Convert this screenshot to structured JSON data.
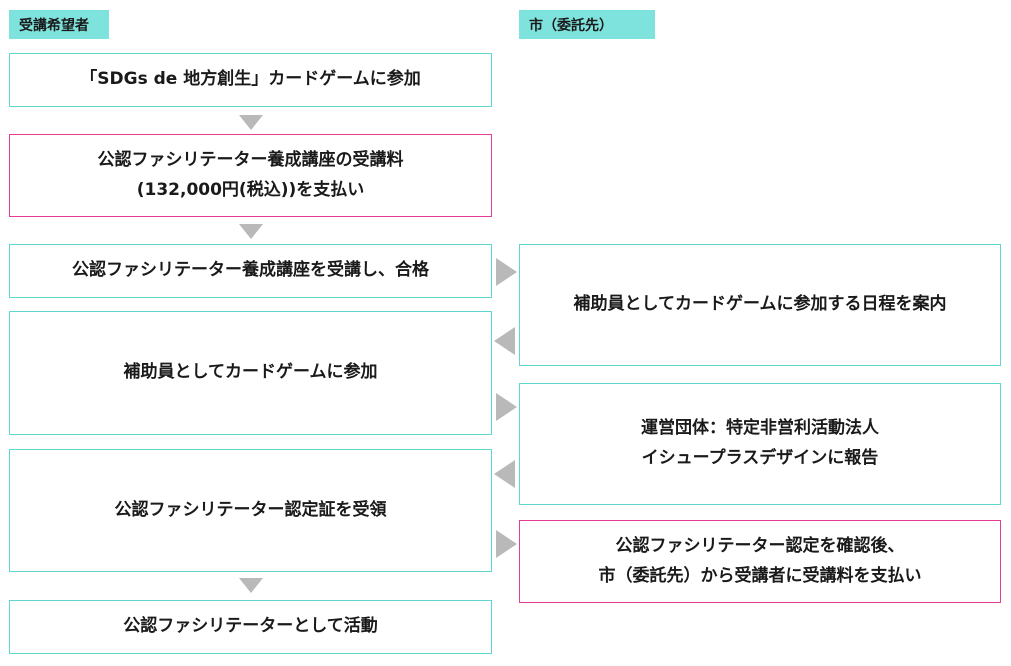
{
  "lanes": {
    "left": "受講希望者",
    "right": "市（委託先）"
  },
  "steps": {
    "s1": "「SDGs de 地方創生」カードゲームに参加",
    "s2_line1": "公認ファシリテーター養成講座の受講料",
    "s2_line2": "(132,000円(税込))を支払い",
    "s3": "公認ファシリテーター養成講座を受講し、合格",
    "s4": "補助員としてカードゲームに参加",
    "s5": "公認ファシリテーター認定証を受領",
    "s6": "公認ファシリテーターとして活動"
  },
  "city_steps": {
    "c1": "補助員としてカードゲームに参加する日程を案内",
    "c2_line1": "運営団体：特定非営利活動法人",
    "c2_line2": "イシュープラスデザインに報告",
    "c3_line1": "公認ファシリテーター認定を確認後、",
    "c3_line2": "市（委託先）から受講者に受講料を支払い"
  },
  "colors": {
    "lane_header_bg": "#7fe3dd",
    "box_border_teal": "#5fd6cf",
    "box_border_pink": "#e43d97",
    "arrow_gray": "#b9b9b9"
  }
}
